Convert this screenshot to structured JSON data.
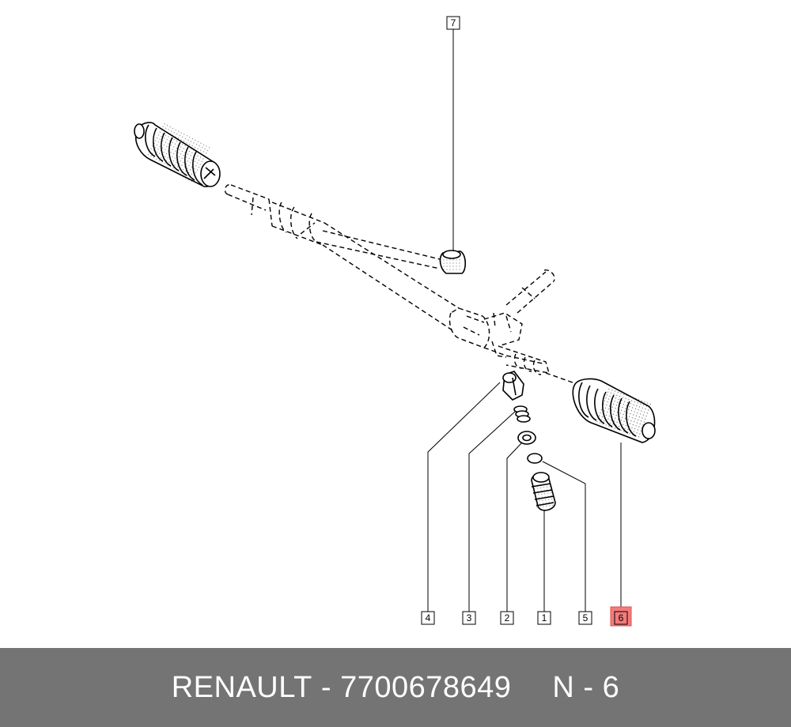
{
  "callouts": {
    "c7": "7",
    "c4": "4",
    "c3": "3",
    "c2": "2",
    "c1": "1",
    "c5": "5",
    "c6": "6"
  },
  "highlight_color": "#f47b7b",
  "footer": {
    "brand": "RENAULT",
    "separator": " - ",
    "part_number": "7700678649",
    "ref_label": "N - 6"
  }
}
